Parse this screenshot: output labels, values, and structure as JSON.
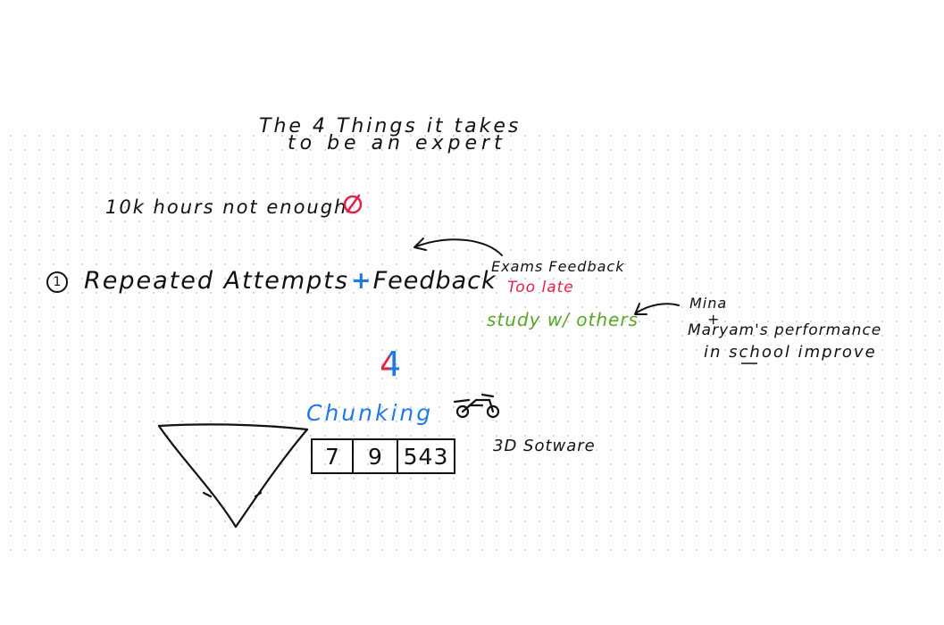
{
  "note": {
    "title_line1": "The 4  Things it takes",
    "title_line2": "to  be an expert",
    "hours_text": "10k hours not enough",
    "point1_number": "1",
    "point1_text": "Repeated  Attempts",
    "point1_plus": "+",
    "point1_feedback": "Feedback",
    "exams_feedback": "Exams Feedback",
    "too_late": "Too late",
    "study_with_others": "study w/ others",
    "mina": "Mina",
    "plus": "+",
    "maryams_performance": "Maryam's performance",
    "in_school_improve": "in school improve",
    "digit_four": "4",
    "chunking": "Chunking",
    "chunk_1": "7",
    "chunk_2": "9",
    "chunk_3": "543",
    "software": "3D Sotware"
  },
  "colors": {
    "ink": "#111111",
    "red": "#e51f46",
    "blue": "#1f7ae8",
    "green": "#5aa52a",
    "grid_dot": "#cfcfcf"
  },
  "icons": [
    "no-sign-icon",
    "bicycle-icon",
    "arrow-icon"
  ]
}
